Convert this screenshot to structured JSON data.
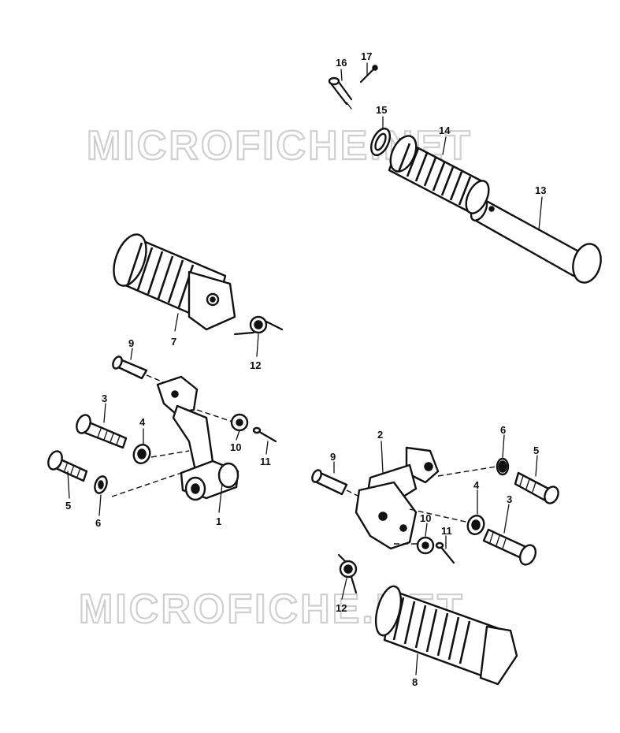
{
  "watermark": {
    "text_top": "MICROFICHE.NET",
    "text_bottom": "MICROFICHE.NET"
  },
  "callouts": {
    "p1": "1",
    "p2": "2",
    "p3a": "3",
    "p3b": "3",
    "p4a": "4",
    "p4b": "4",
    "p5a": "5",
    "p5b": "5",
    "p6a": "6",
    "p6b": "6",
    "p7": "7",
    "p8": "8",
    "p9a": "9",
    "p9b": "9",
    "p10a": "10",
    "p10b": "10",
    "p11a": "11",
    "p11b": "11",
    "p12a": "12",
    "p12b": "12",
    "p13": "13",
    "p14": "14",
    "p15": "15",
    "p16": "16",
    "p17": "17"
  }
}
